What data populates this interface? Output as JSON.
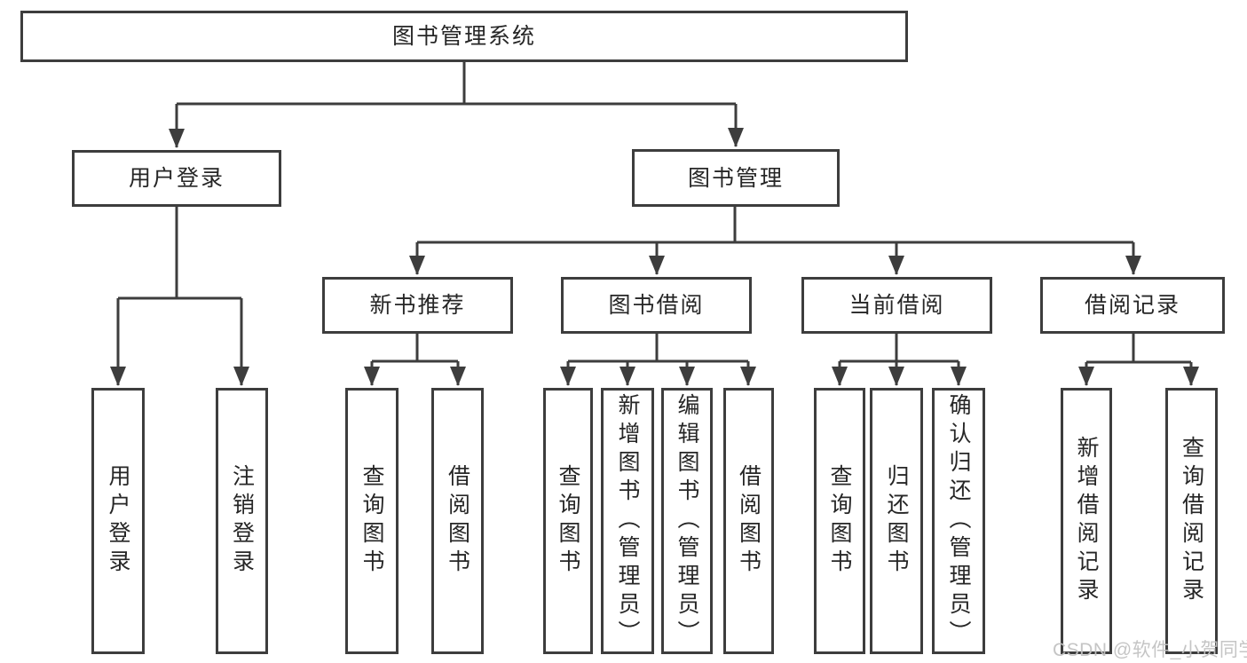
{
  "diagram": {
    "type": "hierarchy-tree",
    "colors": {
      "line": "#3d3d3d",
      "node_border": "#3d3d3d",
      "node_text": "#262626",
      "background": "#ffffff",
      "watermark": "#c2c2c2"
    },
    "nodes": {
      "root": {
        "label": "图书管理系统"
      },
      "user_login": {
        "label": "用户登录"
      },
      "book_mgmt": {
        "label": "图书管理"
      },
      "new_book_rec": {
        "label": "新书推荐"
      },
      "book_borrow": {
        "label": "图书借阅"
      },
      "current_borrow": {
        "label": "当前借阅"
      },
      "borrow_record": {
        "label": "借阅记录"
      },
      "ul_login": {
        "label": "用户登录"
      },
      "ul_logout": {
        "label": "注销登录"
      },
      "rec_query": {
        "label": "查询图书"
      },
      "rec_borrow": {
        "label": "借阅图书"
      },
      "bb_query": {
        "label": "查询图书"
      },
      "bb_add": {
        "label": "新增图书（管理员）"
      },
      "bb_edit": {
        "label": "编辑图书（管理员）"
      },
      "bb_borrow": {
        "label": "借阅图书"
      },
      "cb_query": {
        "label": "查询图书"
      },
      "cb_return": {
        "label": "归还图书"
      },
      "cb_confirm": {
        "label": "确认归还（管理员）"
      },
      "br_add": {
        "label": "新增借阅记录"
      },
      "br_query": {
        "label": "查询借阅记录"
      }
    },
    "hierarchy": {
      "图书管理系统": {
        "用户登录": [
          "用户登录",
          "注销登录"
        ],
        "图书管理": {
          "新书推荐": [
            "查询图书",
            "借阅图书"
          ],
          "图书借阅": [
            "查询图书",
            "新增图书（管理员）",
            "编辑图书（管理员）",
            "借阅图书"
          ],
          "当前借阅": [
            "查询图书",
            "归还图书",
            "确认归还（管理员）"
          ],
          "借阅记录": [
            "新增借阅记录",
            "查询借阅记录"
          ]
        }
      }
    }
  },
  "watermark": {
    "text": "CSDN @软件_小贺同学"
  }
}
